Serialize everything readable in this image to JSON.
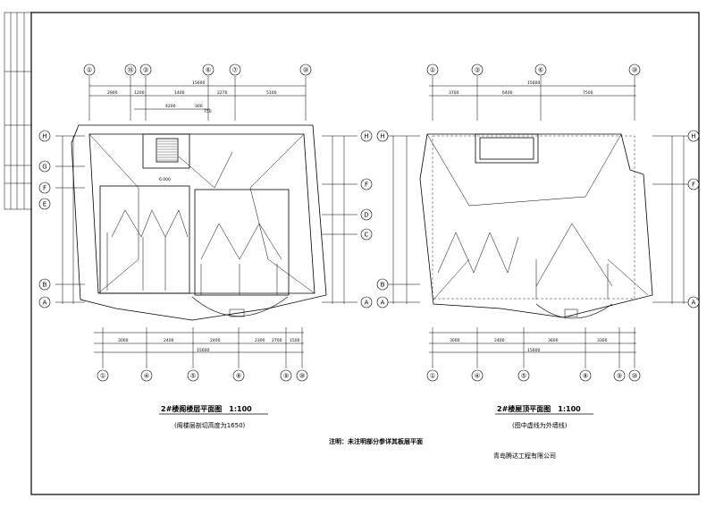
{
  "grid_labels": {
    "left_top": [
      "①",
      "⑯",
      "③",
      "⑥",
      "⑦",
      "⑩"
    ],
    "left_bottom": [
      "①",
      "④",
      "⑤",
      "⑧",
      "⑨",
      "⑩"
    ],
    "left_side_left": [
      "H",
      "G",
      "F",
      "E",
      "B",
      "A"
    ],
    "left_side_right": [
      "H",
      "F",
      "D",
      "C",
      "A"
    ],
    "right_top": [
      "①",
      "③",
      "⑥",
      "⑩"
    ],
    "right_bottom": [
      "①",
      "④",
      "⑤",
      "⑧",
      "⑨",
      "⑩"
    ],
    "right_side_left": [
      "H",
      "B",
      "A"
    ],
    "right_side_right": [
      "H",
      "F",
      "A"
    ]
  },
  "left_plan": {
    "title": "2#楼阁楼层平面图　1:100",
    "subtitle": "(阁楼层剖切高度为1650)",
    "top_overall": "15600",
    "top_dims": [
      "2900",
      "1200",
      "1400",
      "2270",
      "5100"
    ],
    "top_sub": [
      "4200",
      "300",
      "750"
    ],
    "bottom_overall": "15600",
    "bottom_dims": [
      "3000",
      "2400",
      "2400",
      "2300",
      "2700",
      "1500"
    ],
    "level": "6.000"
  },
  "right_plan": {
    "title": "2#楼屋顶平面图　1:100",
    "subtitle": "(图中虚线为外墙线)",
    "top_overall": "15600",
    "top_dims": [
      "3700",
      "6400",
      "7500"
    ],
    "bottom_overall": "15600",
    "bottom_dims": [
      "3000",
      "2400",
      "3600",
      "3300"
    ]
  },
  "note": "注明：未注明部分参详其板层平面",
  "company": "青岛腾达工程有限公司"
}
